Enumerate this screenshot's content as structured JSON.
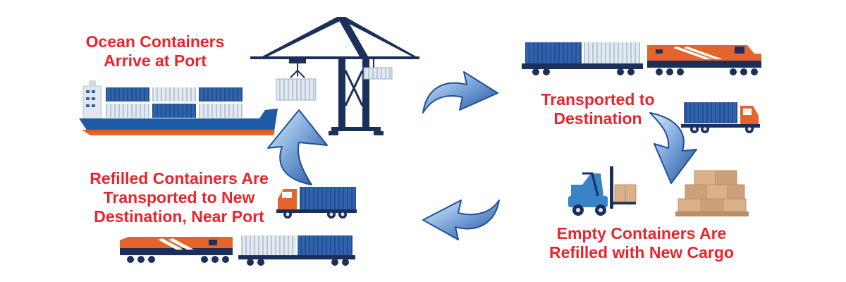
{
  "colors": {
    "accent_red": "#e8252c",
    "container_blue": "#2f63ad",
    "container_dark": "#1f3f78",
    "container_white": "#dfe7f0",
    "hull_blue": "#1f5aa6",
    "hull_orange": "#e4642b",
    "loco_orange": "#e4642b",
    "crane_navy": "#1a2f5a",
    "arrow_blue": "#2a5aa8",
    "arrow_light": "#cfe3f5",
    "cardboard": "#d9b28c"
  },
  "icons": {
    "ship": "cargo-ship-icon",
    "crane": "port-crane-icon",
    "train": "freight-train-icon",
    "truck": "container-truck-icon",
    "forklift": "forklift-icon",
    "boxes": "cargo-boxes-icon",
    "arrow": "curved-arrow-icon"
  },
  "steps": [
    {
      "id": "arrive",
      "lines": [
        "Ocean Containers",
        "Arrive at Port"
      ]
    },
    {
      "id": "transport",
      "lines": [
        "Transported to",
        "Destination"
      ]
    },
    {
      "id": "refill",
      "lines": [
        "Empty Containers Are",
        "Refilled with New Cargo"
      ]
    },
    {
      "id": "return",
      "lines": [
        "Refilled Containers Are",
        "Transported to New",
        "Destination, Near Port"
      ]
    }
  ]
}
